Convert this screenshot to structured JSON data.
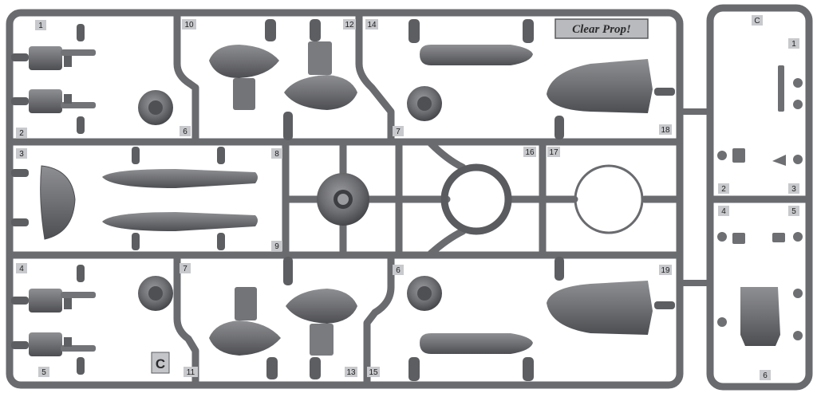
{
  "image": {
    "subject": "plastic model kit sprue",
    "colors": {
      "background": "#ffffff",
      "plastic": "#6f7074",
      "plastic_light": "#8e8f93",
      "plastic_dark": "#4d4e52",
      "label_tab": "#b9babd"
    }
  },
  "logo": {
    "text": "Clear Prop!"
  },
  "sprue_letter": {
    "text": "C"
  },
  "labels": {
    "c1": "1",
    "c2": "2",
    "c3": "3",
    "c4": "4",
    "c5": "5",
    "c6": "6",
    "c7": "7",
    "c8": "8",
    "c9": "9",
    "c10": "10",
    "c11": "11",
    "c12": "12",
    "c13": "13",
    "c14": "14",
    "c15": "15",
    "c16": "16",
    "c17": "17",
    "c18": "18",
    "c19": "19",
    "c6b": "6",
    "c7b": "7",
    "s1": "1",
    "s2": "2",
    "s3": "3",
    "s4": "4",
    "s5": "5",
    "s6": "6",
    "s_letter": "C"
  }
}
